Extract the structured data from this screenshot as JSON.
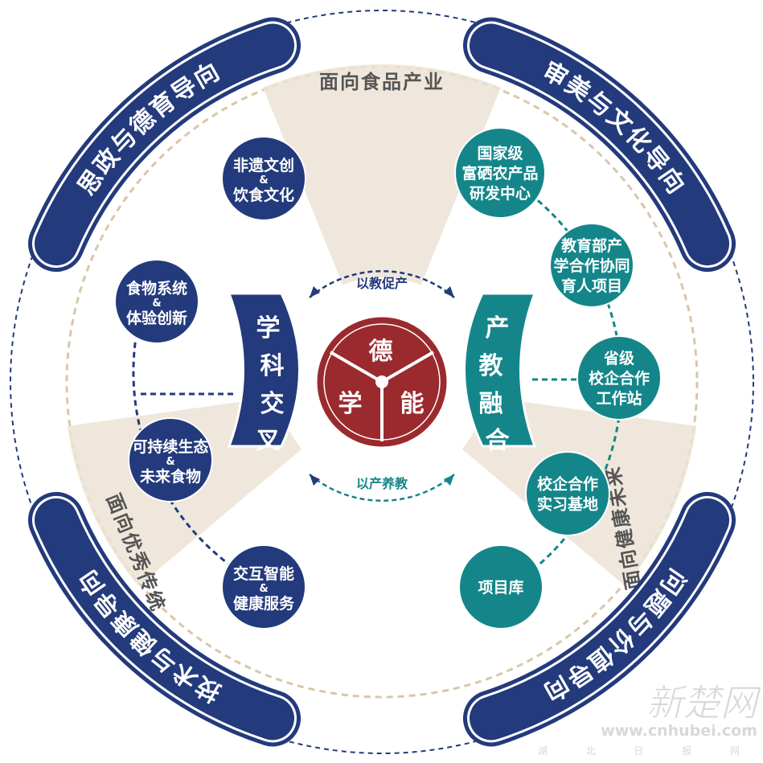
{
  "colors": {
    "navy": "#233a7c",
    "teal": "#14868a",
    "red": "#9b2a2e",
    "beige": "#e7dccb"
  },
  "banners": {
    "top_left": "思政与德育导向",
    "top_right": "审美与文化导向",
    "bottom_left": "技术与健康导向",
    "bottom_right": "问题与价值导向"
  },
  "fans": {
    "top": "面向食品产业",
    "left": "面向优秀传统",
    "right": "面向健康未来"
  },
  "left_nodes": [
    {
      "l1": "非遗文创",
      "amp": "&",
      "l2": "饮食文化"
    },
    {
      "l1": "食物系统",
      "amp": "&",
      "l2": "体验创新"
    },
    {
      "l1": "可持续生态",
      "amp": "&",
      "l2": "未来食物"
    },
    {
      "l1": "交互智能",
      "amp": "&",
      "l2": "健康服务"
    }
  ],
  "right_nodes": [
    {
      "lines": [
        "国家级",
        "富硒农产品",
        "研发中心"
      ]
    },
    {
      "lines": [
        "教育部产",
        "学合作协同",
        "育人项目"
      ]
    },
    {
      "lines": [
        "省级",
        "校企合作",
        "工作站"
      ]
    },
    {
      "lines": [
        "校企合作",
        "实习基地"
      ]
    },
    {
      "lines": [
        "项目库"
      ]
    }
  ],
  "left_pillar": [
    "学",
    "科",
    "交",
    "叉"
  ],
  "right_pillar": [
    "产",
    "教",
    "融",
    "合"
  ],
  "center": {
    "top": "德",
    "left": "学",
    "right": "能"
  },
  "arrows": {
    "top": "以教促产",
    "bottom": "以产养教"
  },
  "watermark": {
    "logo": "新楚网",
    "url": "www.cnhubei.com",
    "sub": "湖 北 日 报 网"
  }
}
